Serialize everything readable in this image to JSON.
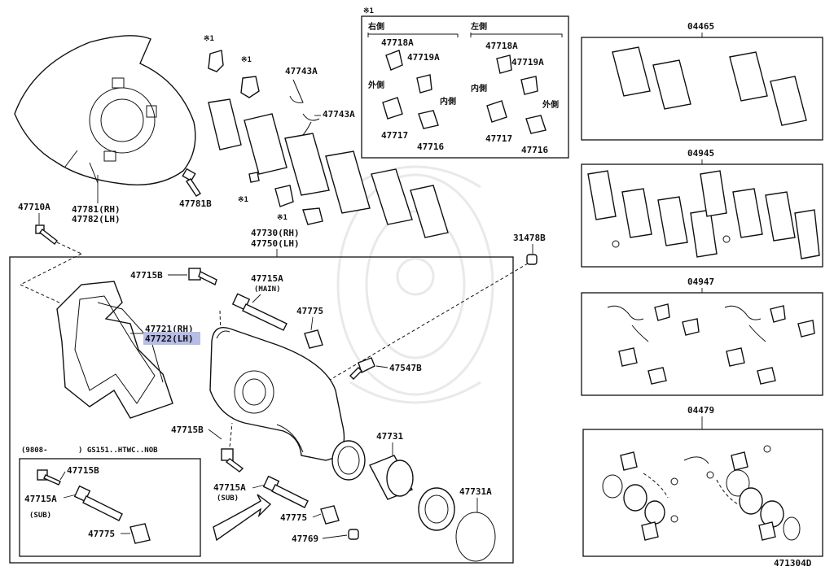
{
  "labels": {
    "p47781": "47781(RH)",
    "p47782": "47782(LH)",
    "p47781b": "47781B",
    "p47710a": "47710A",
    "p47743a_1": "47743A",
    "p47743a_2": "47743A",
    "p47730": "47730(RH)",
    "p47750": "47750(LH)",
    "p31478b": "31478B",
    "p47715b_1": "47715B",
    "p47715a_main": "47715A",
    "main": "(MAIN)",
    "p47721": "47721(RH)",
    "p47722": "47722(LH)",
    "p47775_1": "47775",
    "p47547b": "47547B",
    "p47715b_2": "47715B",
    "p47731": "47731",
    "note_9808": "(9808-",
    "note_gs151": ") GS151..HTWC..NOB",
    "p47715b_3": "47715B",
    "p47715a_sub1": "47715A",
    "sub1": "(SUB)",
    "p47775_2": "47775",
    "p47715a_sub2": "47715A",
    "sub2": "(SUB)",
    "p47775_3": "47775",
    "p47731a": "47731A",
    "p47769": "47769",
    "kome1_a": "※1",
    "kome1_b": "※1",
    "kome1_c": "※1",
    "kome1_d": "※1",
    "kome1_box": "※1",
    "migi": "右側",
    "hidari": "左側",
    "p47718a_r": "47718A",
    "p47719a_r": "47719A",
    "sotogawa_r": "外側",
    "uchigawa_r": "内側",
    "p47717_r": "47717",
    "p47716_r": "47716",
    "p47718a_l": "47718A",
    "p47719a_l": "47719A",
    "uchigawa_l": "内側",
    "sotogawa_l": "外側",
    "p47717_l": "47717",
    "p47716_l": "47716",
    "kit_04465": "04465",
    "kit_04945": "04945",
    "kit_04947": "04947",
    "kit_04479": "04479",
    "drawing_no": "471304D"
  },
  "highlight_color": "#b7bde6"
}
